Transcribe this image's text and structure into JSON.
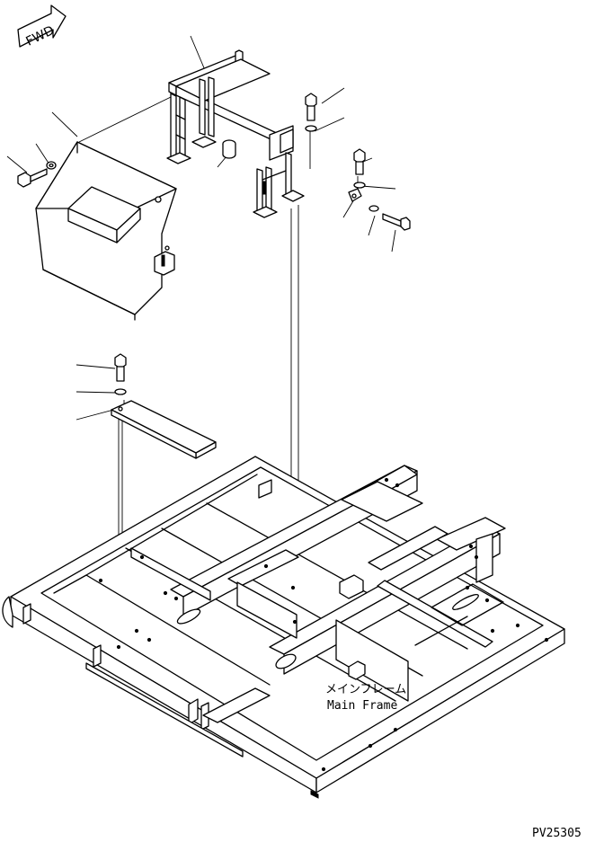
{
  "fwd_arrow": {
    "label": "FWD",
    "icon": "forward-direction-arrow-icon"
  },
  "main_frame": {
    "label_ja": "メインフレーム",
    "label_en": "Main Frame"
  },
  "drawing_code": "PV25305",
  "parts": [
    {
      "name": "support-bracket-frame"
    },
    {
      "name": "battery-cover-box"
    },
    {
      "name": "cover-plate"
    },
    {
      "name": "upper-frame-main-frame"
    },
    {
      "name": "bolt"
    },
    {
      "name": "washer"
    },
    {
      "name": "spacer-collar"
    }
  ]
}
